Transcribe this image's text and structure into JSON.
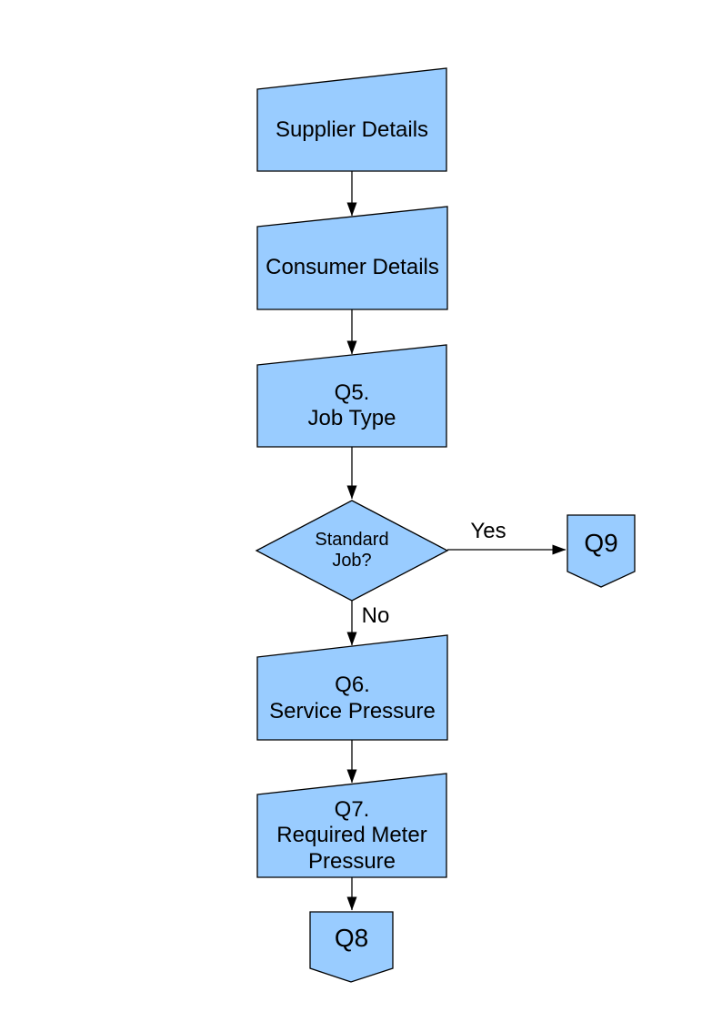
{
  "diagram": {
    "shape_fill": "#99CCFF",
    "shape_stroke": "#000000",
    "nodes": {
      "supplier": {
        "type": "manual-input",
        "lines": [
          "Supplier Details"
        ]
      },
      "consumer": {
        "type": "manual-input",
        "lines": [
          "Consumer Details"
        ]
      },
      "q5": {
        "type": "manual-input",
        "lines": [
          "Q5.",
          "Job Type"
        ]
      },
      "decision": {
        "type": "decision",
        "lines": [
          "Standard",
          "Job?"
        ]
      },
      "q9": {
        "type": "off-page-connector",
        "lines": [
          "Q9"
        ]
      },
      "q6": {
        "type": "manual-input",
        "lines": [
          "Q6.",
          "Service Pressure"
        ]
      },
      "q7": {
        "type": "manual-input",
        "lines": [
          "Q7.",
          "Required Meter",
          "Pressure"
        ]
      },
      "q8": {
        "type": "off-page-connector",
        "lines": [
          "Q8"
        ]
      }
    },
    "edges": {
      "yes_label": "Yes",
      "no_label": "No"
    }
  }
}
